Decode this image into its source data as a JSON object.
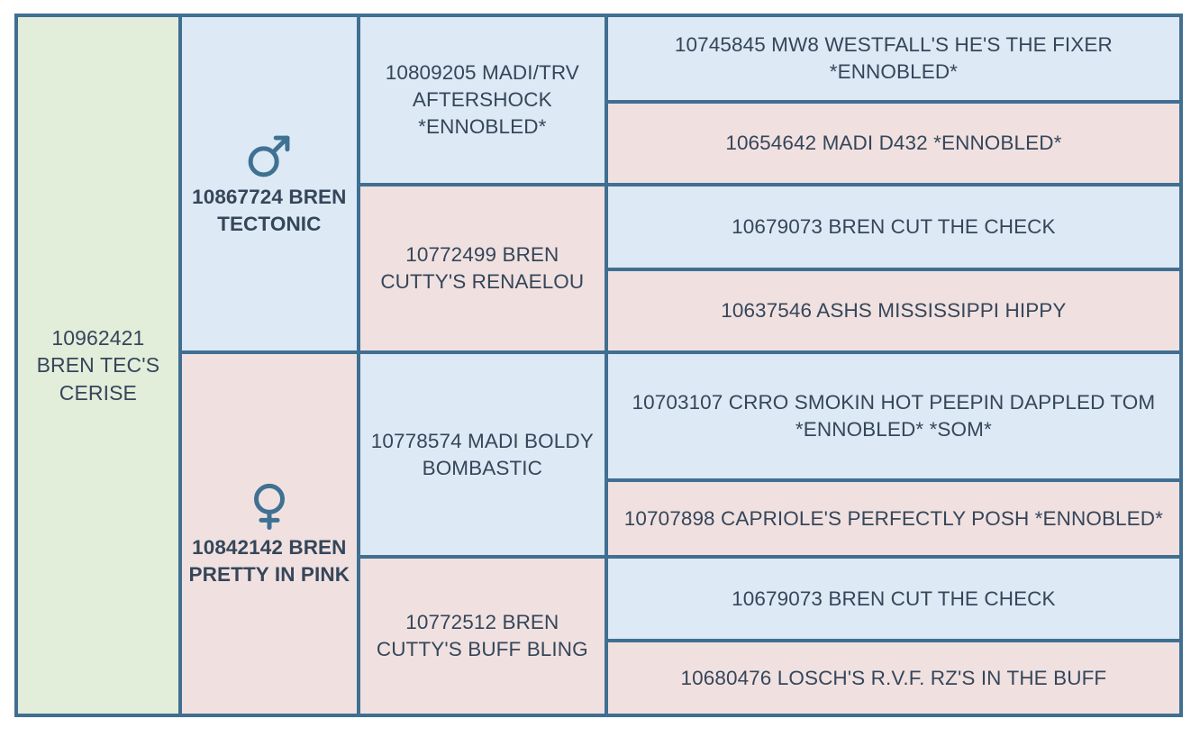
{
  "chart_data": {
    "type": "table",
    "title": "Pedigree chart",
    "generations": 4,
    "colors": {
      "male": "#dde9f4",
      "female": "#f0e1e0",
      "subject": "#e2edda",
      "border": "#406f92",
      "text": "#36465a",
      "icon": "#3f7192"
    }
  },
  "pedigree": {
    "subject": {
      "label": "10962421 BREN TEC'S CERISE",
      "sex": "subject",
      "fill": "green"
    },
    "generation2": [
      {
        "label": "10867724 BREN TECTONIC",
        "sex": "male",
        "icon": "mars-icon",
        "fill": "blue"
      },
      {
        "label": "10842142 BREN PRETTY IN PINK",
        "sex": "female",
        "icon": "venus-icon",
        "fill": "pink"
      }
    ],
    "generation3": [
      {
        "label": "10809205 MADI/TRV AFTERSHOCK *ENNOBLED*",
        "fill": "blue"
      },
      {
        "label": "10772499 BREN CUTTY'S RENAELOU",
        "fill": "pink"
      },
      {
        "label": "10778574 MADI BOLDY BOMBASTIC",
        "fill": "blue"
      },
      {
        "label": "10772512 BREN CUTTY'S BUFF BLING",
        "fill": "pink"
      }
    ],
    "generation4": [
      {
        "label": "10745845 MW8 WESTFALL'S HE'S THE FIXER *ENNOBLED*",
        "fill": "blue"
      },
      {
        "label": "10654642 MADI D432 *ENNOBLED*",
        "fill": "pink"
      },
      {
        "label": "10679073 BREN CUT THE CHECK",
        "fill": "blue"
      },
      {
        "label": "10637546 ASHS MISSISSIPPI HIPPY",
        "fill": "pink"
      },
      {
        "label": "10703107 CRRO SMOKIN HOT PEEPIN DAPPLED TOM *ENNOBLED* *SOM*",
        "fill": "blue"
      },
      {
        "label": "10707898 CAPRIOLE'S PERFECTLY POSH *ENNOBLED*",
        "fill": "pink"
      },
      {
        "label": "10679073 BREN CUT THE CHECK",
        "fill": "blue"
      },
      {
        "label": "10680476 LOSCH'S R.V.F. RZ'S IN THE BUFF",
        "fill": "pink"
      }
    ]
  }
}
